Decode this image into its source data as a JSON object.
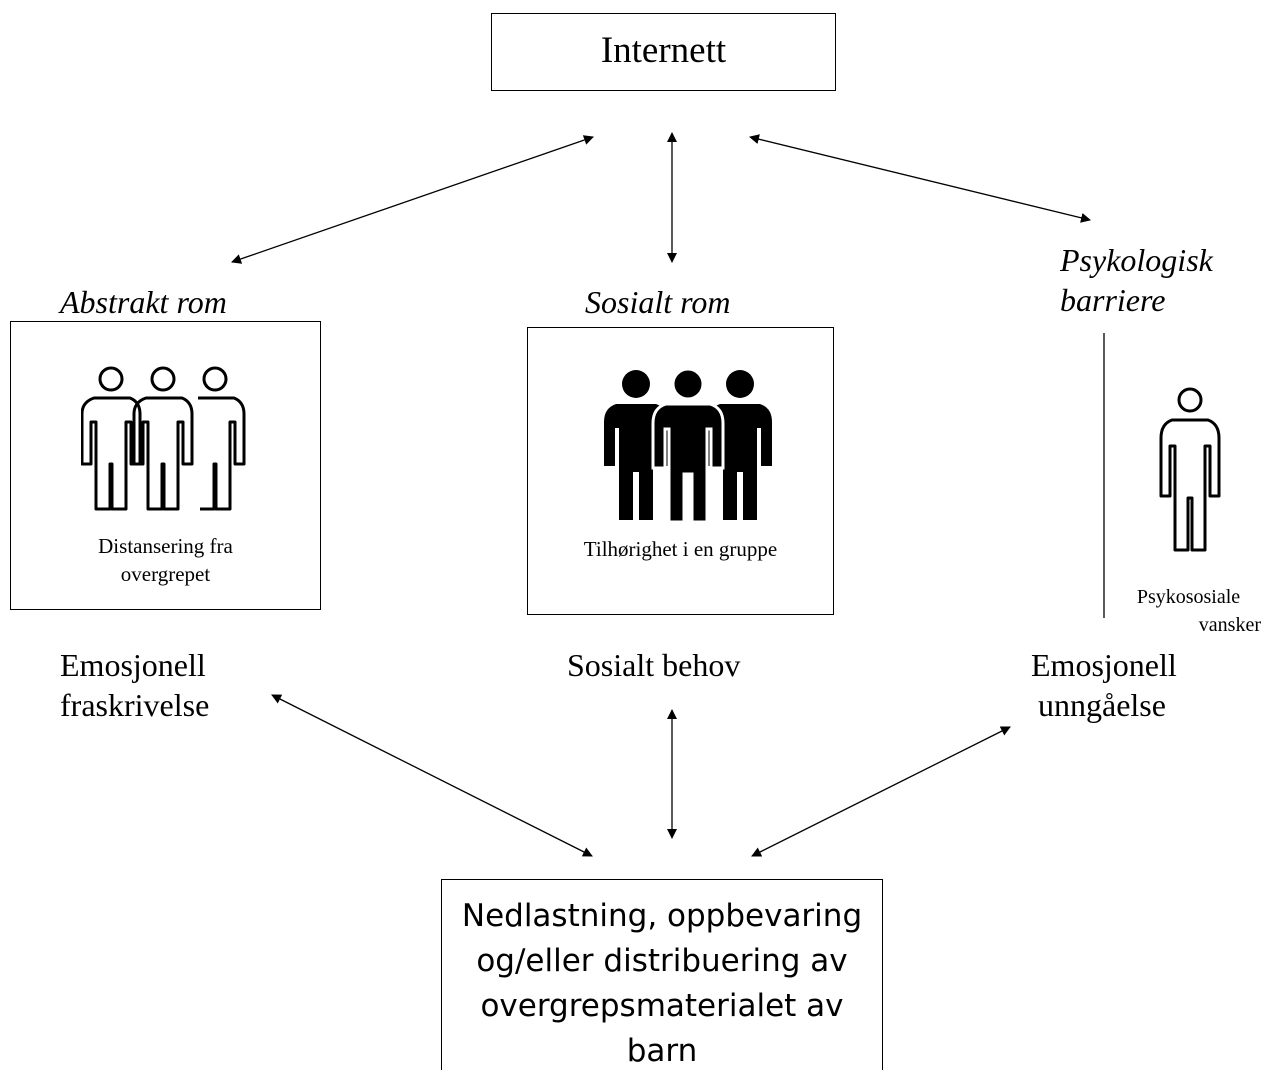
{
  "top_node": {
    "label": "Internett"
  },
  "bottom_node": {
    "lines": [
      "Nedlastning, oppbevaring",
      "og/eller distribuering av",
      "overgrepsmaterialet av",
      "barn"
    ]
  },
  "columns": {
    "abstract": {
      "heading": "Abstrakt rom",
      "box_caption": [
        "Distansering fra",
        "overgrepet"
      ],
      "outcome": [
        "Emosjonell",
        "fraskrivelse"
      ],
      "icon": "three-outlined-people-icon"
    },
    "social": {
      "heading": "Sosialt rom",
      "box_caption": [
        "Tilhørighet i en gruppe"
      ],
      "outcome": [
        "Sosialt behov"
      ],
      "icon": "three-filled-people-icon"
    },
    "psychological": {
      "heading": [
        "Psykologisk",
        "barriere"
      ],
      "caption": [
        "Psykososiale",
        "vansker"
      ],
      "outcome": [
        "Emosjonell",
        "unngåelse"
      ],
      "icon": "single-outlined-person-icon"
    }
  },
  "connectors": {
    "style": "double-headed-arrow",
    "count": 6
  },
  "colors": {
    "line": "#000000",
    "background": "#ffffff",
    "text": "#000000"
  }
}
